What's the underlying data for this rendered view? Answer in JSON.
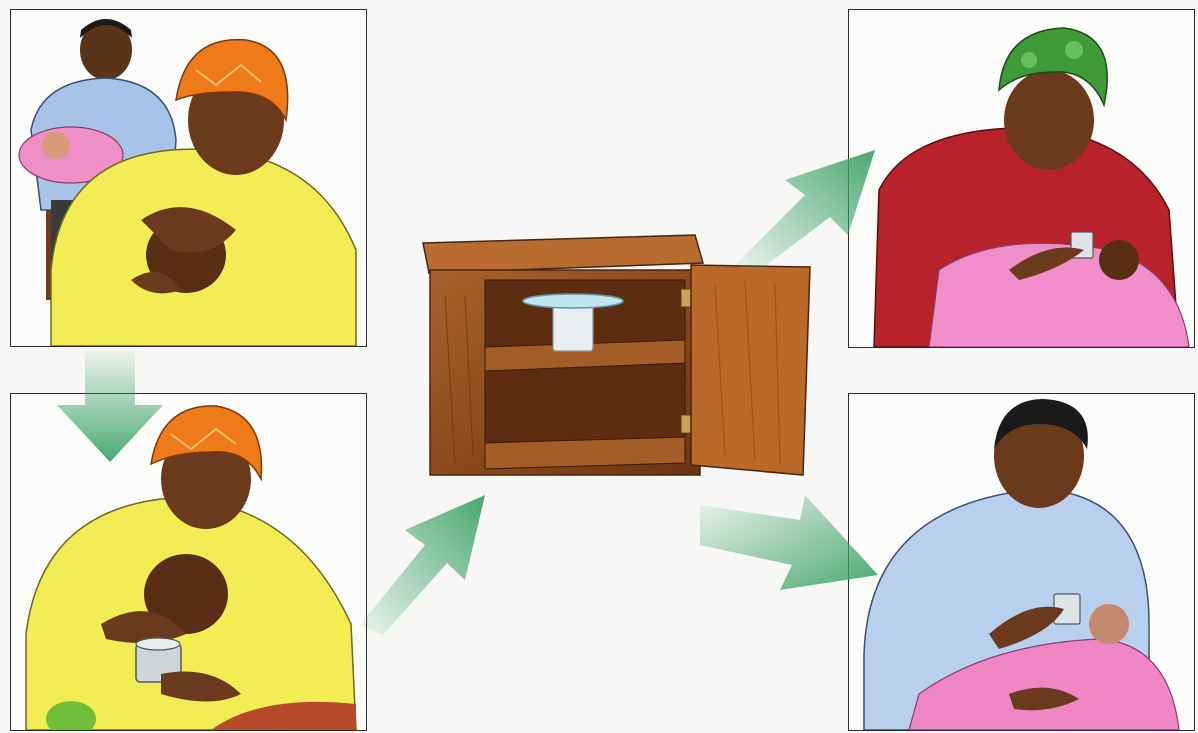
{
  "diagram": {
    "steps": [
      {
        "id": "express-milk"
      },
      {
        "id": "collect-in-cup"
      },
      {
        "id": "store-in-cupboard"
      },
      {
        "id": "mother-cup-feeds"
      },
      {
        "id": "father-cup-feeds"
      }
    ],
    "arrow_color": "#4caf7a",
    "panel_border_color": "#2a2a2a"
  }
}
